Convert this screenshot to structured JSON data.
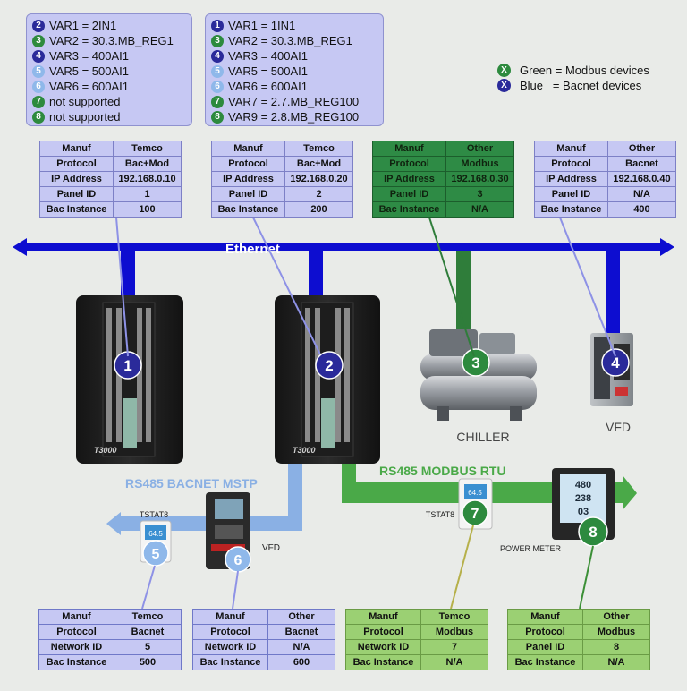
{
  "var_box_1": {
    "lines": [
      {
        "num": "2",
        "text": "VAR1 = 2IN1",
        "kind": "navy"
      },
      {
        "num": "3",
        "text": "VAR2 = 30.3.MB_REG1",
        "kind": "green"
      },
      {
        "num": "4",
        "text": "VAR3 = 400AI1",
        "kind": "navy"
      },
      {
        "num": "5",
        "text": "VAR5 = 500AI1",
        "kind": "light"
      },
      {
        "num": "6",
        "text": "VAR6 = 600AI1",
        "kind": "light"
      },
      {
        "num": "7",
        "text": "not supported",
        "kind": "green"
      },
      {
        "num": "8",
        "text": "not supported",
        "kind": "green"
      }
    ]
  },
  "var_box_2": {
    "lines": [
      {
        "num": "1",
        "text": "VAR1 = 1IN1",
        "kind": "navy"
      },
      {
        "num": "3",
        "text": "VAR2 = 30.3.MB_REG1",
        "kind": "green"
      },
      {
        "num": "4",
        "text": "VAR3 = 400AI1",
        "kind": "navy"
      },
      {
        "num": "5",
        "text": "VAR5 = 500AI1",
        "kind": "light"
      },
      {
        "num": "6",
        "text": "VAR6 = 600AI1",
        "kind": "light"
      },
      {
        "num": "7",
        "text": "VAR7 = 2.7.MB_REG100",
        "kind": "green"
      },
      {
        "num": "8",
        "text": "VAR9 = 2.8.MB_REG100",
        "kind": "green"
      }
    ]
  },
  "legend": {
    "green_badge": "X",
    "green_text": "Green = Modbus devices",
    "blue_badge": "X",
    "blue_text": "Blue   = Bacnet devices"
  },
  "colors": {
    "ethernet": "#0d0dd0",
    "bacnet_bus": "#8ab0e4",
    "modbus_bus": "#4aa948",
    "chiller_drop": "#2f7d3a",
    "badge_navy": "#2a2a9a",
    "badge_green": "#2d8a3e",
    "badge_light": "#8fb8ea"
  },
  "ethernet_label": "Ethernet",
  "bacnet_bus_label": "RS485 BACNET MSTP",
  "modbus_bus_label": "RS485 MODBUS RTU",
  "tables": {
    "t1": [
      [
        "Manuf",
        "Temco"
      ],
      [
        "Protocol",
        "Bac+Mod"
      ],
      [
        "IP Address",
        "192.168.0.10"
      ],
      [
        "Panel ID",
        "1"
      ],
      [
        "Bac Instance",
        "100"
      ]
    ],
    "t2": [
      [
        "Manuf",
        "Temco"
      ],
      [
        "Protocol",
        "Bac+Mod"
      ],
      [
        "IP Address",
        "192.168.0.20"
      ],
      [
        "Panel ID",
        "2"
      ],
      [
        "Bac Instance",
        "200"
      ]
    ],
    "t3": [
      [
        "Manuf",
        "Other"
      ],
      [
        "Protocol",
        "Modbus"
      ],
      [
        "IP Address",
        "192.168.0.30"
      ],
      [
        "Panel ID",
        "3"
      ],
      [
        "Bac Instance",
        "N/A"
      ]
    ],
    "t4": [
      [
        "Manuf",
        "Other"
      ],
      [
        "Protocol",
        "Bacnet"
      ],
      [
        "IP Address",
        "192.168.0.40"
      ],
      [
        "Panel ID",
        "N/A"
      ],
      [
        "Bac Instance",
        "400"
      ]
    ],
    "t5": [
      [
        "Manuf",
        "Temco"
      ],
      [
        "Protocol",
        "Bacnet"
      ],
      [
        "Network ID",
        "5"
      ],
      [
        "Bac Instance",
        "500"
      ]
    ],
    "t6": [
      [
        "Manuf",
        "Other"
      ],
      [
        "Protocol",
        "Bacnet"
      ],
      [
        "Network ID",
        "N/A"
      ],
      [
        "Bac Instance",
        "600"
      ]
    ],
    "t7": [
      [
        "Manuf",
        "Temco"
      ],
      [
        "Protocol",
        "Modbus"
      ],
      [
        "Network ID",
        "7"
      ],
      [
        "Bac Instance",
        "N/A"
      ]
    ],
    "t8": [
      [
        "Manuf",
        "Other"
      ],
      [
        "Protocol",
        "Modbus"
      ],
      [
        "Panel ID",
        "8"
      ],
      [
        "Bac Instance",
        "N/A"
      ]
    ]
  },
  "devices": {
    "d1": {
      "badge": "1",
      "brand": "T3000"
    },
    "d2": {
      "badge": "2",
      "brand": "T3000"
    },
    "d3": {
      "badge": "3",
      "label": "CHILLER"
    },
    "d4": {
      "badge": "4",
      "label": "VFD"
    },
    "d5": {
      "badge": "5",
      "label": "TSTAT8",
      "screen": "64.5"
    },
    "d6": {
      "badge": "6",
      "label": "VFD"
    },
    "d7": {
      "badge": "7",
      "label": "TSTAT8",
      "screen": "64.5"
    },
    "d8": {
      "badge": "8",
      "label": "POWER METER",
      "screen_lines": [
        "480",
        "238",
        "03"
      ]
    }
  }
}
